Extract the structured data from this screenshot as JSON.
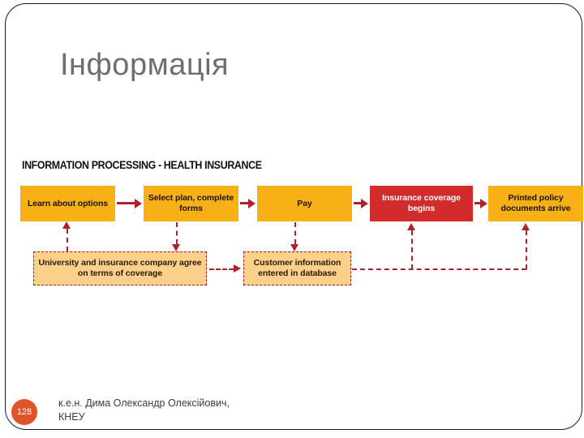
{
  "slide": {
    "title": "Інформація",
    "title_color": "#6e6e6e",
    "background": "#ffffff",
    "frame_color": "#1a1a1a"
  },
  "diagram": {
    "heading": "INFORMATION PROCESSING - HEALTH INSURANCE",
    "colors": {
      "process_orange": "#F7B015",
      "highlight_red": "#D22B2B",
      "support_light_orange": "#FBD08A",
      "connector_dark_red": "#A9252B"
    },
    "process_steps": [
      {
        "id": "learn",
        "label": "Learn about options",
        "style": "orange"
      },
      {
        "id": "select",
        "label": "Select plan, complete forms",
        "style": "orange"
      },
      {
        "id": "pay",
        "label": "Pay",
        "style": "orange"
      },
      {
        "id": "insurance",
        "label": "Insurance coverage begins",
        "style": "red"
      },
      {
        "id": "printed",
        "label": "Printed policy documents arrive",
        "style": "orange"
      }
    ],
    "support_steps": [
      {
        "id": "university",
        "label": "University and insurance company agree on terms of coverage",
        "style": "light-dashed"
      },
      {
        "id": "customer",
        "label": "Customer information entered in database",
        "style": "light-dashed"
      }
    ],
    "connectors": [
      {
        "from": "learn",
        "to": "select",
        "kind": "solid-right"
      },
      {
        "from": "select",
        "to": "pay",
        "kind": "solid-right"
      },
      {
        "from": "pay",
        "to": "insurance",
        "kind": "solid-right"
      },
      {
        "from": "insurance",
        "to": "printed",
        "kind": "solid-right"
      },
      {
        "from": "university",
        "to": "learn",
        "kind": "dashed-up"
      },
      {
        "from": "select",
        "to": "university",
        "kind": "dashed-down"
      },
      {
        "from": "university",
        "to": "customer",
        "kind": "dashed-right"
      },
      {
        "from": "pay",
        "to": "customer",
        "kind": "dashed-down"
      },
      {
        "from": "customer",
        "to": "insurance",
        "kind": "dashed-up-bus"
      },
      {
        "from": "customer",
        "to": "printed",
        "kind": "dashed-up-bus"
      }
    ]
  },
  "footer": {
    "slide_number": "128",
    "badge_color": "#E0542A",
    "line1": "к.е.н. Дима Олександр Олексійович,",
    "line2": "КНЕУ"
  }
}
